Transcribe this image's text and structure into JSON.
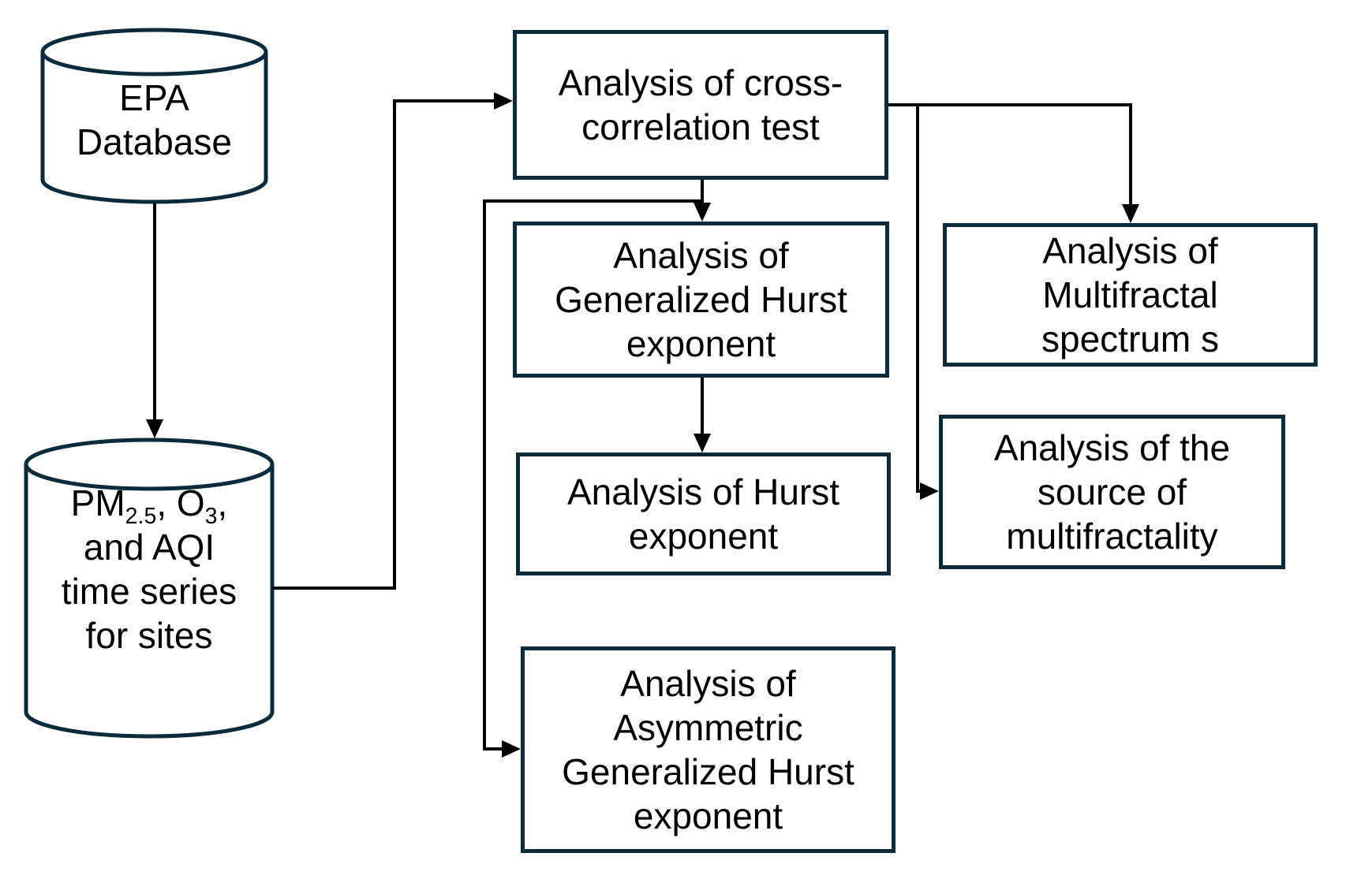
{
  "diagram": {
    "colors": {
      "shape_border": "#0d2a3a",
      "arrow": "#000000",
      "text": "#000000",
      "background": "#ffffff"
    },
    "nodes": {
      "epa_database": {
        "type": "database-cylinder",
        "label": "EPA\nDatabase"
      },
      "pm_timeseries": {
        "type": "database-cylinder",
        "label_rich": [
          {
            "t": "PM"
          },
          {
            "t": "2.5",
            "sub": true
          },
          {
            "t": ", O"
          },
          {
            "t": "3",
            "sub": true
          },
          {
            "t": ",\nand AQI\ntime series\nfor sites"
          }
        ],
        "label_plain": "PM2.5, O3,\nand AQI\ntime series\nfor sites"
      },
      "cross_correlation": {
        "type": "process-box",
        "label": "Analysis of cross-\ncorrelation test"
      },
      "generalized_hurst": {
        "type": "process-box",
        "label": "Analysis of\nGeneralized Hurst\nexponent"
      },
      "hurst": {
        "type": "process-box",
        "label": "Analysis of Hurst\nexponent"
      },
      "asymmetric_generalized_hurst": {
        "type": "process-box",
        "label": "Analysis of\nAsymmetric\nGeneralized Hurst\nexponent"
      },
      "multifractal_spectrum": {
        "type": "process-box",
        "label": "Analysis of\nMultifractal\nspectrum s"
      },
      "source_of_multifractality": {
        "type": "process-box",
        "label": "Analysis of the\nsource of\nmultifractality"
      }
    },
    "edges": [
      {
        "from": "epa_database",
        "to": "pm_timeseries"
      },
      {
        "from": "pm_timeseries",
        "to": "cross_correlation"
      },
      {
        "from": "cross_correlation",
        "to": "generalized_hurst"
      },
      {
        "from": "cross_correlation",
        "to": "asymmetric_generalized_hurst"
      },
      {
        "from": "generalized_hurst",
        "to": "hurst"
      },
      {
        "from": "cross_correlation",
        "to": "multifractal_spectrum"
      },
      {
        "from": "cross_correlation",
        "to": "source_of_multifractality"
      }
    ]
  }
}
